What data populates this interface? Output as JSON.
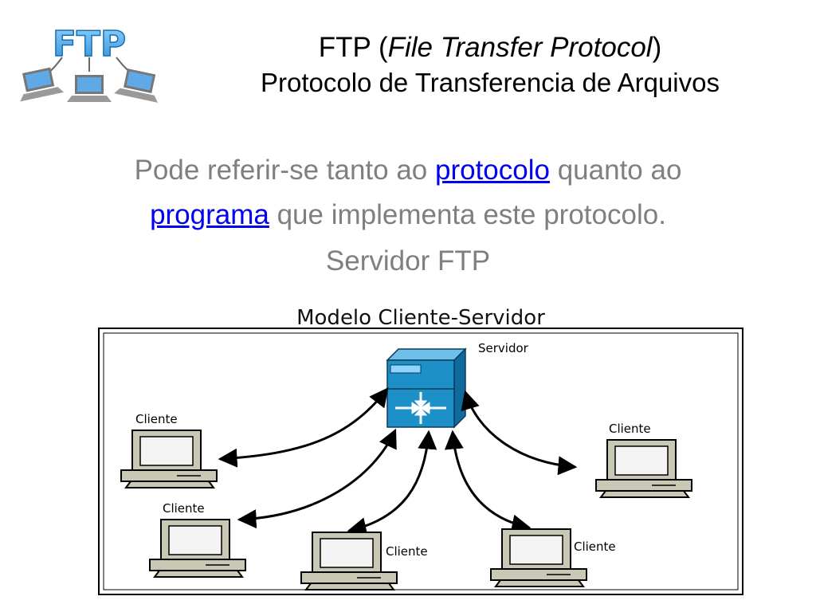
{
  "title": {
    "prefix": "FTP (",
    "italic": "File Transfer Protocol",
    "suffix": ")",
    "subtitle": "Protocolo de Transferencia de Arquivos"
  },
  "logo": {
    "text": "FTP",
    "icon": "ftp-network-logo"
  },
  "body": {
    "part1": "Pode referir-se tanto ao ",
    "link1": "protocolo",
    "part2": " quanto ao ",
    "link2": "programa",
    "part3": " que implementa este protocolo."
  },
  "servidor_heading": "Servidor FTP",
  "diagram": {
    "title": "Modelo Cliente-Servidor",
    "server_label": "Servidor",
    "client_label": "Cliente",
    "colors": {
      "server": "#1e90c8",
      "computer": "#c8c8b4",
      "screen": "#f4f4f4"
    }
  }
}
